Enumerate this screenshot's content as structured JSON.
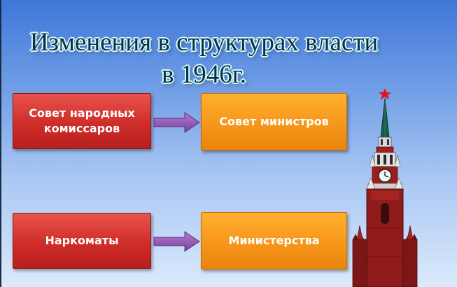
{
  "title": {
    "line1": "Изменения в структурах власти",
    "line2": "в 1946г."
  },
  "rows": [
    {
      "from": "Совет народных комиссаров",
      "to": "Совет министров"
    },
    {
      "from": "Наркоматы",
      "to": "Министерства"
    }
  ],
  "colors": {
    "from_box": "#cf2d29",
    "to_box": "#f6961a",
    "arrow": "#8a4fb0",
    "title_text": "#0a2f4a",
    "title_glow": "#d9fbf7"
  },
  "icons": {
    "arrow": "right-arrow-icon",
    "tower": "kremlin-tower-icon"
  }
}
